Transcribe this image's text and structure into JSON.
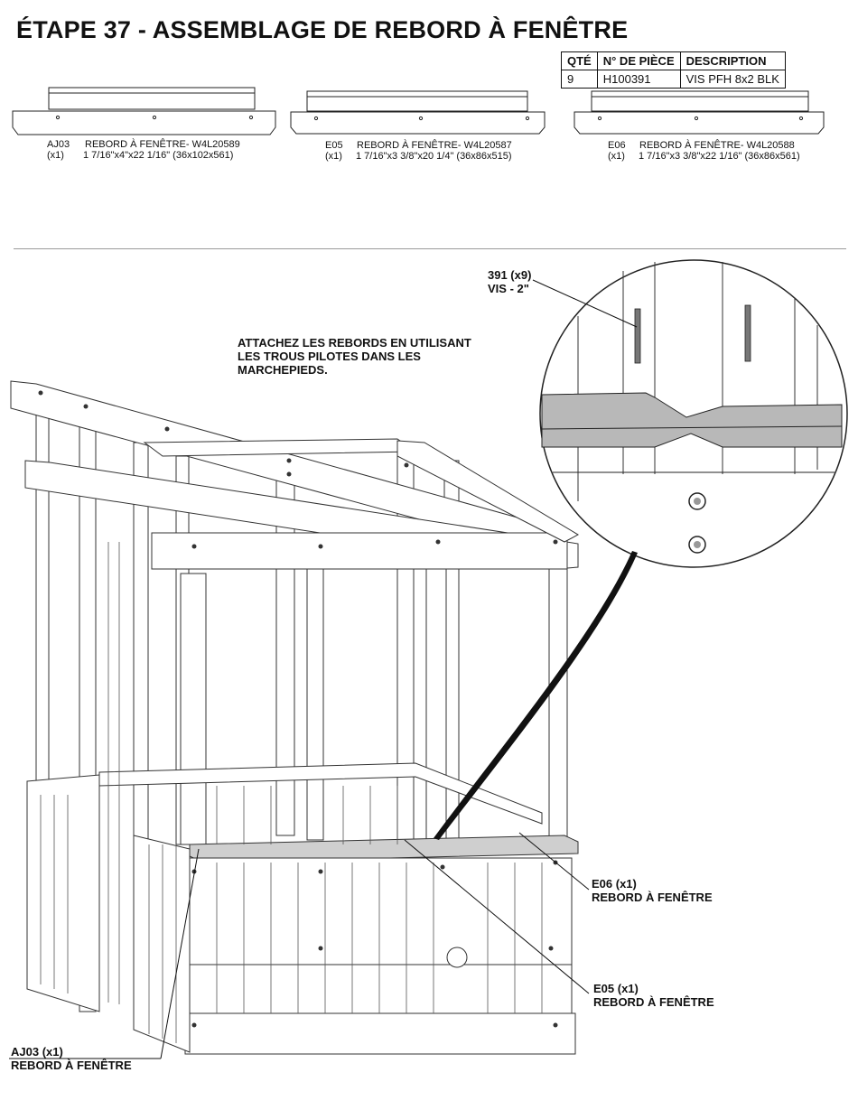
{
  "title": "ÉTAPE 37 - ASSEMBLAGE DE REBORD À FENÊTRE",
  "parts_table": {
    "headers": [
      "QTÉ",
      "N° DE PIÈCE",
      "DESCRIPTION"
    ],
    "rows": [
      {
        "qty": "9",
        "part": "H100391",
        "desc": "VIS PFH 8x2 BLK"
      }
    ]
  },
  "boards": [
    {
      "code": "AJ03",
      "qty": "(x1)",
      "name": "REBORD À FENÊTRE- W4L20589",
      "dims": "1 7/16\"x4\"x22 1/16\" (36x102x561)"
    },
    {
      "code": "E05",
      "qty": "(x1)",
      "name": "REBORD À FENÊTRE- W4L20587",
      "dims": "1 7/16\"x3 3/8\"x20 1/4\" (36x86x515)"
    },
    {
      "code": "E06",
      "qty": "(x1)",
      "name": "REBORD À FENÊTRE- W4L20588",
      "dims": "1 7/16\"x3 3/8\"x22 1/16\" (36x86x561)"
    }
  ],
  "instruction": [
    "ATTACHEZ LES REBORDS EN UTILISANT",
    "LES TROUS PILOTES DANS LES",
    "MARCHEPIEDS."
  ],
  "screw_callout": {
    "line1": "391 (x9)",
    "line2": "VIS - 2\""
  },
  "callouts": [
    {
      "line1": "E06 (x1)",
      "line2": "REBORD À FENÊTRE"
    },
    {
      "line1": "E05 (x1)",
      "line2": "REBORD À FENÊTRE"
    },
    {
      "line1": "AJ03 (x1)",
      "line2": "REBORD À FENÊTRE"
    }
  ]
}
